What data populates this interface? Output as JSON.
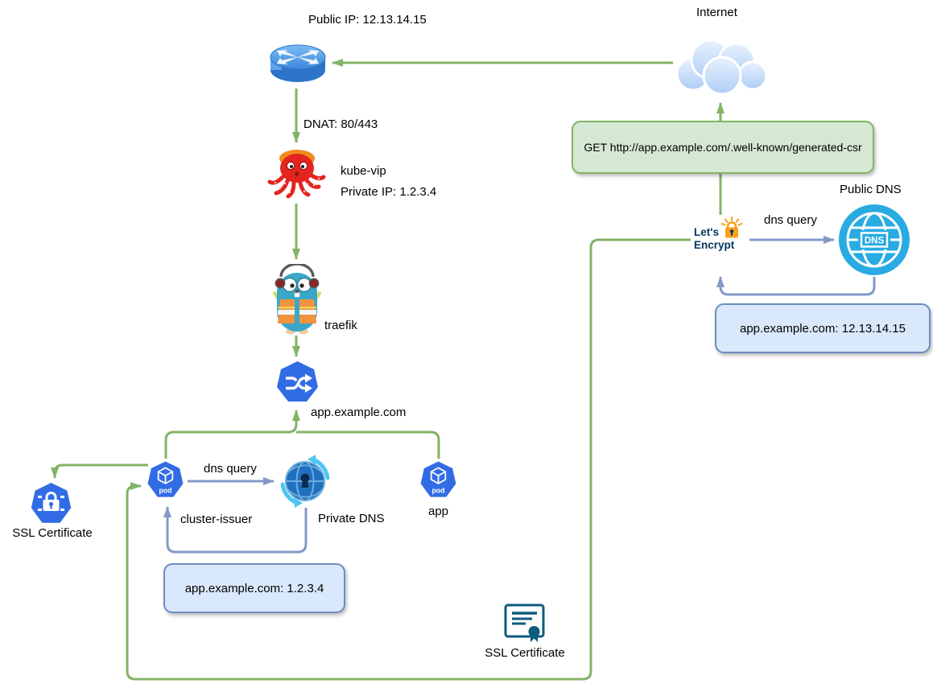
{
  "diagram": {
    "nodes": {
      "router": {
        "label": "Public IP: 12.13.14.15"
      },
      "internet": {
        "label": "Internet"
      },
      "kube_vip": {
        "title": "kube-vip",
        "subtitle": "Private IP: 1.2.3.4"
      },
      "traefik": {
        "label": "traefik"
      },
      "service": {
        "label": "app.example.com"
      },
      "pod_cluster_issuer": {
        "badge": "pod",
        "label": "cluster-issuer"
      },
      "pod_app": {
        "badge": "pod",
        "label": "app"
      },
      "private_dns": {
        "label": "Private DNS"
      },
      "public_dns": {
        "label": "Public DNS",
        "badge": "DNS"
      },
      "lets_encrypt": {
        "word1": "Let's",
        "word2": "Encrypt"
      },
      "ssl_secret": {
        "label": "SSL Certificate"
      },
      "ssl_cert_file": {
        "label": "SSL Certificate"
      }
    },
    "edge_labels": {
      "dnat": "DNAT: 80/443",
      "private_dns_query": "dns query",
      "public_dns_query": "dns query"
    },
    "callouts": {
      "get_request": "GET http://app.example.com/.well-known/generated-csr",
      "public_dns_answer": "app.example.com: 12.13.14.15",
      "private_dns_answer": "app.example.com: 1.2.3.4"
    },
    "colors": {
      "edge_green": "#82b366",
      "edge_blue": "#8499c9",
      "callout_green_fill": "#d5e8d4",
      "callout_green_border": "#82b366",
      "callout_blue_fill": "#dae8fc",
      "callout_blue_border": "#6c8ebf",
      "kubernetes_blue": "#326ce5",
      "public_dns_cyan": "#29abe2",
      "private_dns_blue": "#2170bf",
      "certificate_teal": "#0d5c7d",
      "lets_encrypt_navy": "#06355e",
      "lets_encrypt_orange": "#f9a11d",
      "router_blue": "#3b87dd",
      "octopus_red": "#e3241f",
      "traefik_teal": "#3aa7c8"
    }
  }
}
